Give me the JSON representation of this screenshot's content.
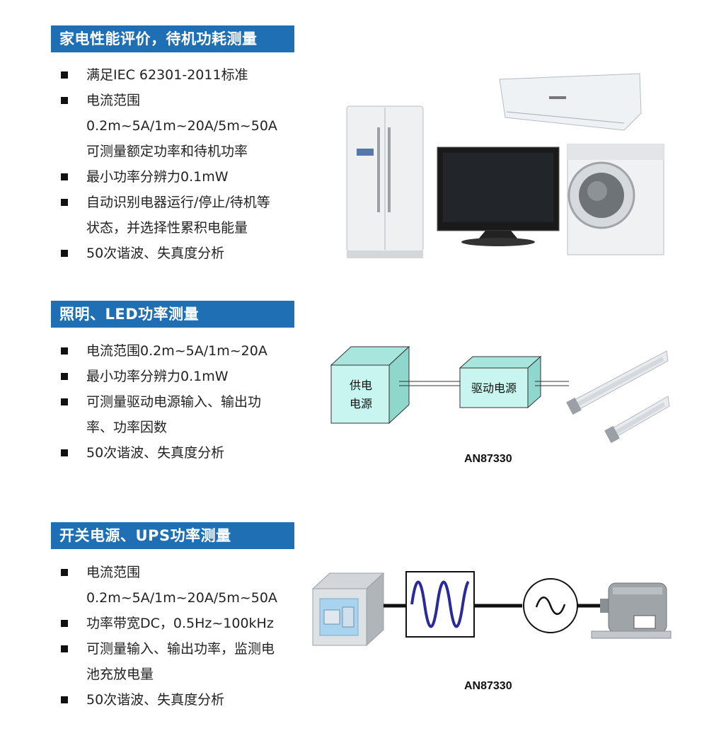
{
  "sections": [
    {
      "title": "家电性能评价，待机功耗测量",
      "items": [
        [
          "满足IEC 62301-2011标准"
        ],
        [
          "电流范围",
          "0.2m~5A/1m~20A/5m~50A",
          "可测量额定功率和待机功率"
        ],
        [
          "最小功率分辨力0.1mW"
        ],
        [
          "自动识别电器运行/停止/待机等",
          "状态，并选择性累积电能量"
        ],
        [
          "50次谐波、失真度分析"
        ]
      ]
    },
    {
      "title": "照明、LED功率测量",
      "items": [
        [
          "电流范围0.2m~5A/1m~20A"
        ],
        [
          "最小功率分辨力0.1mW"
        ],
        [
          "可测量驱动电源输入、输出功",
          "率、功率因数"
        ],
        [
          "50次谐波、失真度分析"
        ]
      ]
    },
    {
      "title": "开关电源、UPS功率测量",
      "items": [
        [
          "电流范围",
          "0.2m~5A/1m~20A/5m~50A"
        ],
        [
          "功率带宽DC，0.5Hz~100kHz"
        ],
        [
          "可测量输入、输出功率，监测电",
          "池充放电量"
        ],
        [
          "50次谐波、失真度分析"
        ]
      ]
    }
  ],
  "led_diagram": {
    "supply_label_line1": "供电",
    "supply_label_line2": "电源",
    "driver_label": "驱动电源",
    "caption": "AN87330"
  },
  "ups_diagram": {
    "caption": "AN87330"
  },
  "colors": {
    "header_bg": "#1f6fb5",
    "box_fill": "#c8f5ef",
    "wave": "#2a2a9a"
  }
}
